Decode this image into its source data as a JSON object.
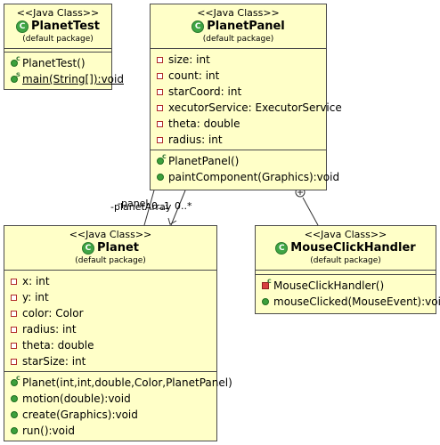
{
  "stereotype": "<<Java Class>>",
  "classes": {
    "planet_test": {
      "name": "PlanetTest",
      "package": "(default package)",
      "methods": [
        "PlanetTest()",
        "main(String[]):void"
      ]
    },
    "planet_panel": {
      "name": "PlanetPanel",
      "package": "(default package)",
      "attributes": [
        "size: int",
        "count: int",
        "starCoord: int",
        "xecutorService: ExecutorService",
        "theta: double",
        "radius: int"
      ],
      "methods": [
        "PlanetPanel()",
        "paintComponent(Graphics):void"
      ]
    },
    "planet": {
      "name": "Planet",
      "package": "(default package)",
      "attributes": [
        "x: int",
        "y: int",
        "color: Color",
        "radius: int",
        "theta: double",
        "starSize: int"
      ],
      "methods": [
        "Planet(int,int,double,Color,PlanetPanel)",
        "motion(double):void",
        "create(Graphics):void",
        "run():void"
      ]
    },
    "mouse_click_handler": {
      "name": "MouseClickHandler",
      "package": "(default package)",
      "methods": [
        "MouseClickHandler()",
        "mouseClicked(MouseEvent):void"
      ]
    }
  },
  "associations": {
    "label_a": "-planetArray",
    "label_b": "-panel",
    "multiplicity_a": "0..*",
    "multiplicity_b": "0..1"
  }
}
